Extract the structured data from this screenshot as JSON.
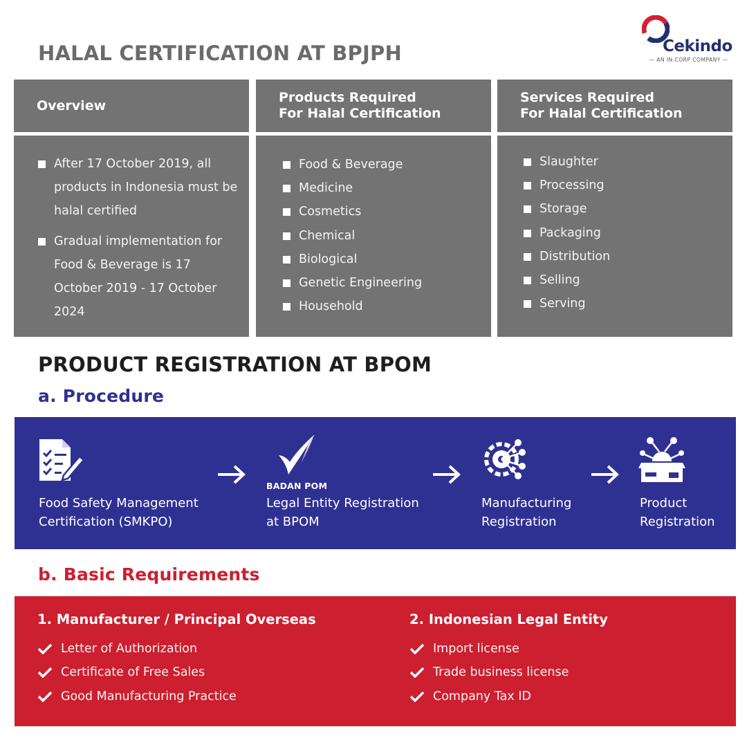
{
  "brand": {
    "name": "Cekindo",
    "tagline": "— AN IN.CORP COMPANY —",
    "colors": {
      "navy": "#2f3192",
      "red": "#cc1f2f",
      "gray": "#737373"
    }
  },
  "halal": {
    "title": "HALAL CERTIFICATION AT BPJPH",
    "columns": [
      {
        "heading": "Overview",
        "items": [
          "After 17 October 2019, all products in Indonesia must be halal certified",
          "Gradual implementation for Food & Beverage is 17 October 2019 - 17 October 2024"
        ]
      },
      {
        "heading": "Products Required\nFor Halal Certification",
        "items": [
          "Food & Beverage",
          "Medicine",
          "Cosmetics",
          "Chemical",
          "Biological",
          "Genetic Engineering",
          "Household"
        ]
      },
      {
        "heading": "Services Required\nFor Halal Certification",
        "items": [
          "Slaughter",
          "Processing",
          "Storage",
          "Packaging",
          "Distribution",
          "Selling",
          "Serving"
        ]
      }
    ]
  },
  "registration": {
    "title": "PRODUCT REGISTRATION AT BPOM",
    "procedure_title": "a. Procedure",
    "steps": [
      {
        "label": "Food Safety Management\nCertification (SMKPO)",
        "icon": "checklist-icon"
      },
      {
        "label": "Legal Entity Registration\nat BPOM",
        "icon": "badan-pom-logo",
        "logo_text": "BADAN POM"
      },
      {
        "label": "Manufacturing\nRegistration",
        "icon": "gear-network-icon"
      },
      {
        "label": "Product\nRegistration",
        "icon": "product-box-icon"
      }
    ],
    "requirements_title": "b. Basic Requirements",
    "requirements": [
      {
        "title": "1. Manufacturer / Principal Overseas",
        "items": [
          "Letter of Authorization",
          "Certificate of Free Sales",
          "Good Manufacturing Practice"
        ]
      },
      {
        "title": "2. Indonesian Legal Entity",
        "items": [
          "Import license",
          "Trade business license",
          "Company Tax ID"
        ]
      }
    ]
  }
}
